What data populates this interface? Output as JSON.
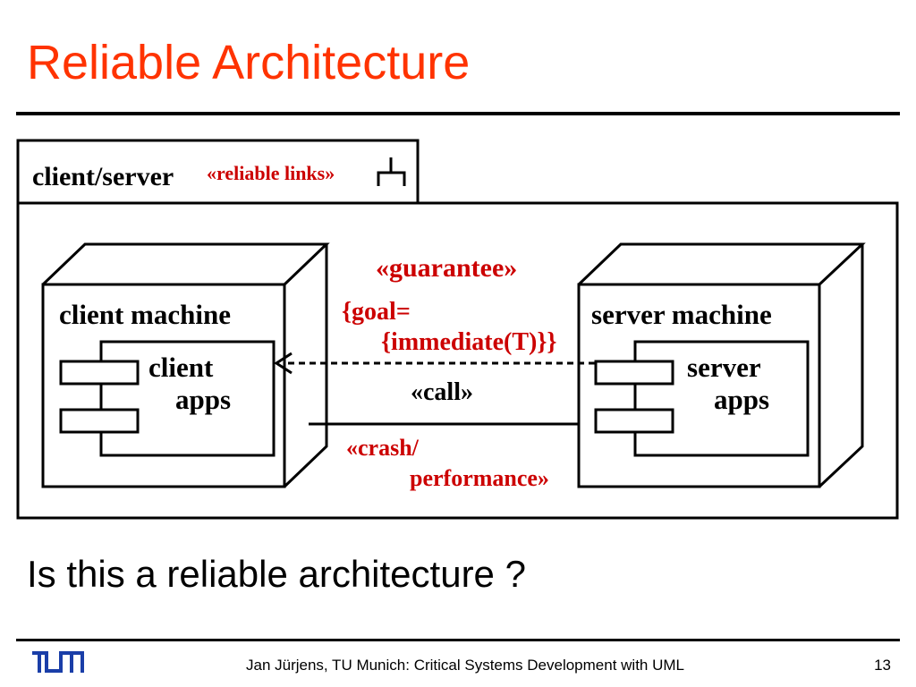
{
  "slide": {
    "title": "Reliable Architecture",
    "question": "Is this a reliable architecture ?"
  },
  "diagram": {
    "package": {
      "name": "client/server",
      "stereotype": "«reliable links»",
      "icon": "subsystem-fork-icon"
    },
    "client_node": {
      "name": "client machine",
      "component_label_line1": "client",
      "component_label_line2": "apps"
    },
    "server_node": {
      "name": "server machine",
      "component_label_line1": "server",
      "component_label_line2": "apps"
    },
    "dependency": {
      "stereotype": "«guarantee»",
      "tag_line1": "{goal=",
      "tag_line2": "{immediate(T)}}",
      "label": "«call»"
    },
    "link": {
      "stereotype_line1": "«crash/",
      "stereotype_line2": "performance»"
    },
    "colors": {
      "stereotype": "#cc0000",
      "line": "#000000"
    }
  },
  "footer": {
    "logo_text": "TUM",
    "text": "Jan Jürjens, TU Munich: Critical Systems Development with UML",
    "page_number": "13"
  },
  "theme": {
    "title_color": "#ff3300",
    "logo_color": "#1a3ea8"
  }
}
